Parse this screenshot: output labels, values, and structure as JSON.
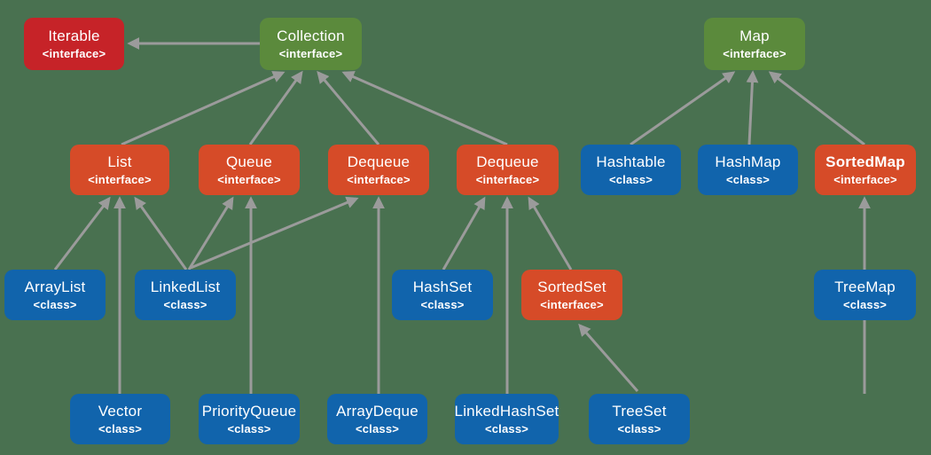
{
  "diagram_title": "Java Collections Framework hierarchy",
  "background_color": "#497150",
  "arrow_color": "#9b9b9b",
  "text_color": "#ffffff",
  "palette": {
    "red": "#c62328",
    "green": "#5b8a3c",
    "orange": "#d64b28",
    "blue": "#1164ac"
  },
  "nodes": [
    {
      "id": "iterable",
      "label": "Iterable",
      "stereotype": "<interface>",
      "palette": "red",
      "bold": false
    },
    {
      "id": "collection",
      "label": "Collection",
      "stereotype": "<interface>",
      "palette": "green",
      "bold": false
    },
    {
      "id": "map",
      "label": "Map",
      "stereotype": "<interface>",
      "palette": "green",
      "bold": false
    },
    {
      "id": "list",
      "label": "List",
      "stereotype": "<interface>",
      "palette": "orange",
      "bold": false
    },
    {
      "id": "queue",
      "label": "Queue",
      "stereotype": "<interface>",
      "palette": "orange",
      "bold": false
    },
    {
      "id": "dequeue",
      "label": "Dequeue",
      "stereotype": "<interface>",
      "palette": "orange",
      "bold": false
    },
    {
      "id": "dequeue2",
      "label": "Dequeue",
      "stereotype": "<interface>",
      "palette": "orange",
      "bold": false
    },
    {
      "id": "hashtable",
      "label": "Hashtable",
      "stereotype": "<class>",
      "palette": "blue",
      "bold": false
    },
    {
      "id": "hashmap",
      "label": "HashMap",
      "stereotype": "<class>",
      "palette": "blue",
      "bold": false
    },
    {
      "id": "sortedmap",
      "label": "SortedMap",
      "stereotype": "<interface>",
      "palette": "orange",
      "bold": true
    },
    {
      "id": "arraylist",
      "label": "ArrayList",
      "stereotype": "<class>",
      "palette": "blue",
      "bold": false
    },
    {
      "id": "linkedlist",
      "label": "LinkedList",
      "stereotype": "<class>",
      "palette": "blue",
      "bold": false
    },
    {
      "id": "hashset",
      "label": "HashSet",
      "stereotype": "<class>",
      "palette": "blue",
      "bold": false
    },
    {
      "id": "sortedset",
      "label": "SortedSet",
      "stereotype": "<interface>",
      "palette": "orange",
      "bold": false
    },
    {
      "id": "treemap",
      "label": "TreeMap",
      "stereotype": "<class>",
      "palette": "blue",
      "bold": false
    },
    {
      "id": "vector",
      "label": "Vector",
      "stereotype": "<class>",
      "palette": "blue",
      "bold": false
    },
    {
      "id": "priorityqueue",
      "label": "PriorityQueue",
      "stereotype": "<class>",
      "palette": "blue",
      "bold": false
    },
    {
      "id": "arraydeque",
      "label": "ArrayDeque",
      "stereotype": "<class>",
      "palette": "blue",
      "bold": false
    },
    {
      "id": "linkedhashset",
      "label": "LinkedHashSet",
      "stereotype": "<class>",
      "palette": "blue",
      "bold": false
    },
    {
      "id": "treeset",
      "label": "TreeSet",
      "stereotype": "<class>",
      "palette": "blue",
      "bold": false
    }
  ],
  "edges": [
    {
      "from": "collection",
      "to": "iterable"
    },
    {
      "from": "list",
      "to": "collection"
    },
    {
      "from": "queue",
      "to": "collection"
    },
    {
      "from": "dequeue",
      "to": "collection"
    },
    {
      "from": "dequeue2",
      "to": "collection"
    },
    {
      "from": "hashtable",
      "to": "map"
    },
    {
      "from": "hashmap",
      "to": "map"
    },
    {
      "from": "sortedmap",
      "to": "map"
    },
    {
      "from": "arraylist",
      "to": "list"
    },
    {
      "from": "vector",
      "to": "list"
    },
    {
      "from": "linkedlist",
      "to": "list"
    },
    {
      "from": "linkedlist",
      "to": "queue"
    },
    {
      "from": "linkedlist",
      "to": "dequeue"
    },
    {
      "from": "priorityqueue",
      "to": "queue"
    },
    {
      "from": "arraydeque",
      "to": "dequeue"
    },
    {
      "from": "hashset",
      "to": "dequeue2"
    },
    {
      "from": "linkedhashset",
      "to": "dequeue2"
    },
    {
      "from": "sortedset",
      "to": "dequeue2"
    },
    {
      "from": "treeset",
      "to": "sortedset"
    },
    {
      "from": "treemap",
      "to": "sortedmap"
    }
  ]
}
